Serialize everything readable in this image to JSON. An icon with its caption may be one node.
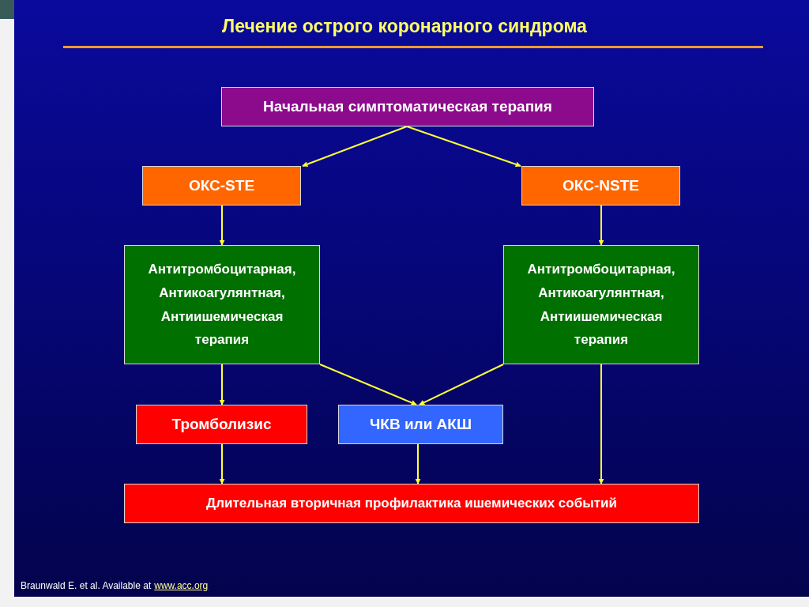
{
  "diagram": {
    "title": "Лечение острого коронарного синдрома",
    "nodes": [
      {
        "text": [
          "Начальная симптоматическая терапия"
        ]
      },
      {
        "text": [
          "ОКС-STE"
        ]
      },
      {
        "text": [
          "ОКС-NSTE"
        ]
      },
      {
        "text": [
          "Антитромбоцитарная, Антикоагулянтная, Антиишемическая терапия"
        ]
      },
      {
        "text": [
          "Антитромбоцитарная, Антикоагулянтная, Антиишемическая терапия"
        ]
      },
      {
        "text": [
          "Тромболизис"
        ]
      },
      {
        "text": [
          "ЧКВ или АКШ"
        ]
      },
      {
        "text": [
          "Длительная вторичная профилактика ишемических событий"
        ]
      }
    ],
    "edges": [
      {
        "from": 0,
        "to": 1,
        "arrow": "to"
      },
      {
        "from": 0,
        "to": 2,
        "arrow": "to"
      },
      {
        "from": 1,
        "to": 3,
        "arrow": "to"
      },
      {
        "from": 2,
        "to": 4,
        "arrow": "to"
      },
      {
        "from": 3,
        "to": 5,
        "arrow": "to"
      },
      {
        "from": 3,
        "to": 6,
        "arrow": "to"
      },
      {
        "from": 4,
        "to": 6,
        "arrow": "to"
      },
      {
        "from": 5,
        "to": 7,
        "arrow": "to"
      },
      {
        "from": 6,
        "to": 7,
        "arrow": "to"
      },
      {
        "from": 4,
        "to": 7,
        "arrow": "to"
      }
    ],
    "labels": [
      "Braunwald E. et al. Available at",
      "www.acc.org"
    ]
  }
}
